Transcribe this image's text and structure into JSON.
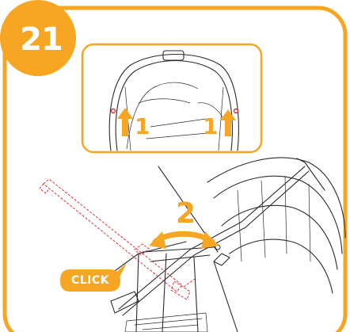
{
  "step": {
    "number": "21"
  },
  "callouts": {
    "left_label": "1",
    "right_label": "1",
    "rotate_label": "2",
    "click_label": "CLICK"
  },
  "colors": {
    "accent": "#f6a623",
    "hint": "#e0303a",
    "line": "#2b2b2b"
  },
  "icons": {
    "up_arrow": "up-arrow-icon",
    "rotate_arrow": "double-headed-curved-arrow-icon"
  }
}
